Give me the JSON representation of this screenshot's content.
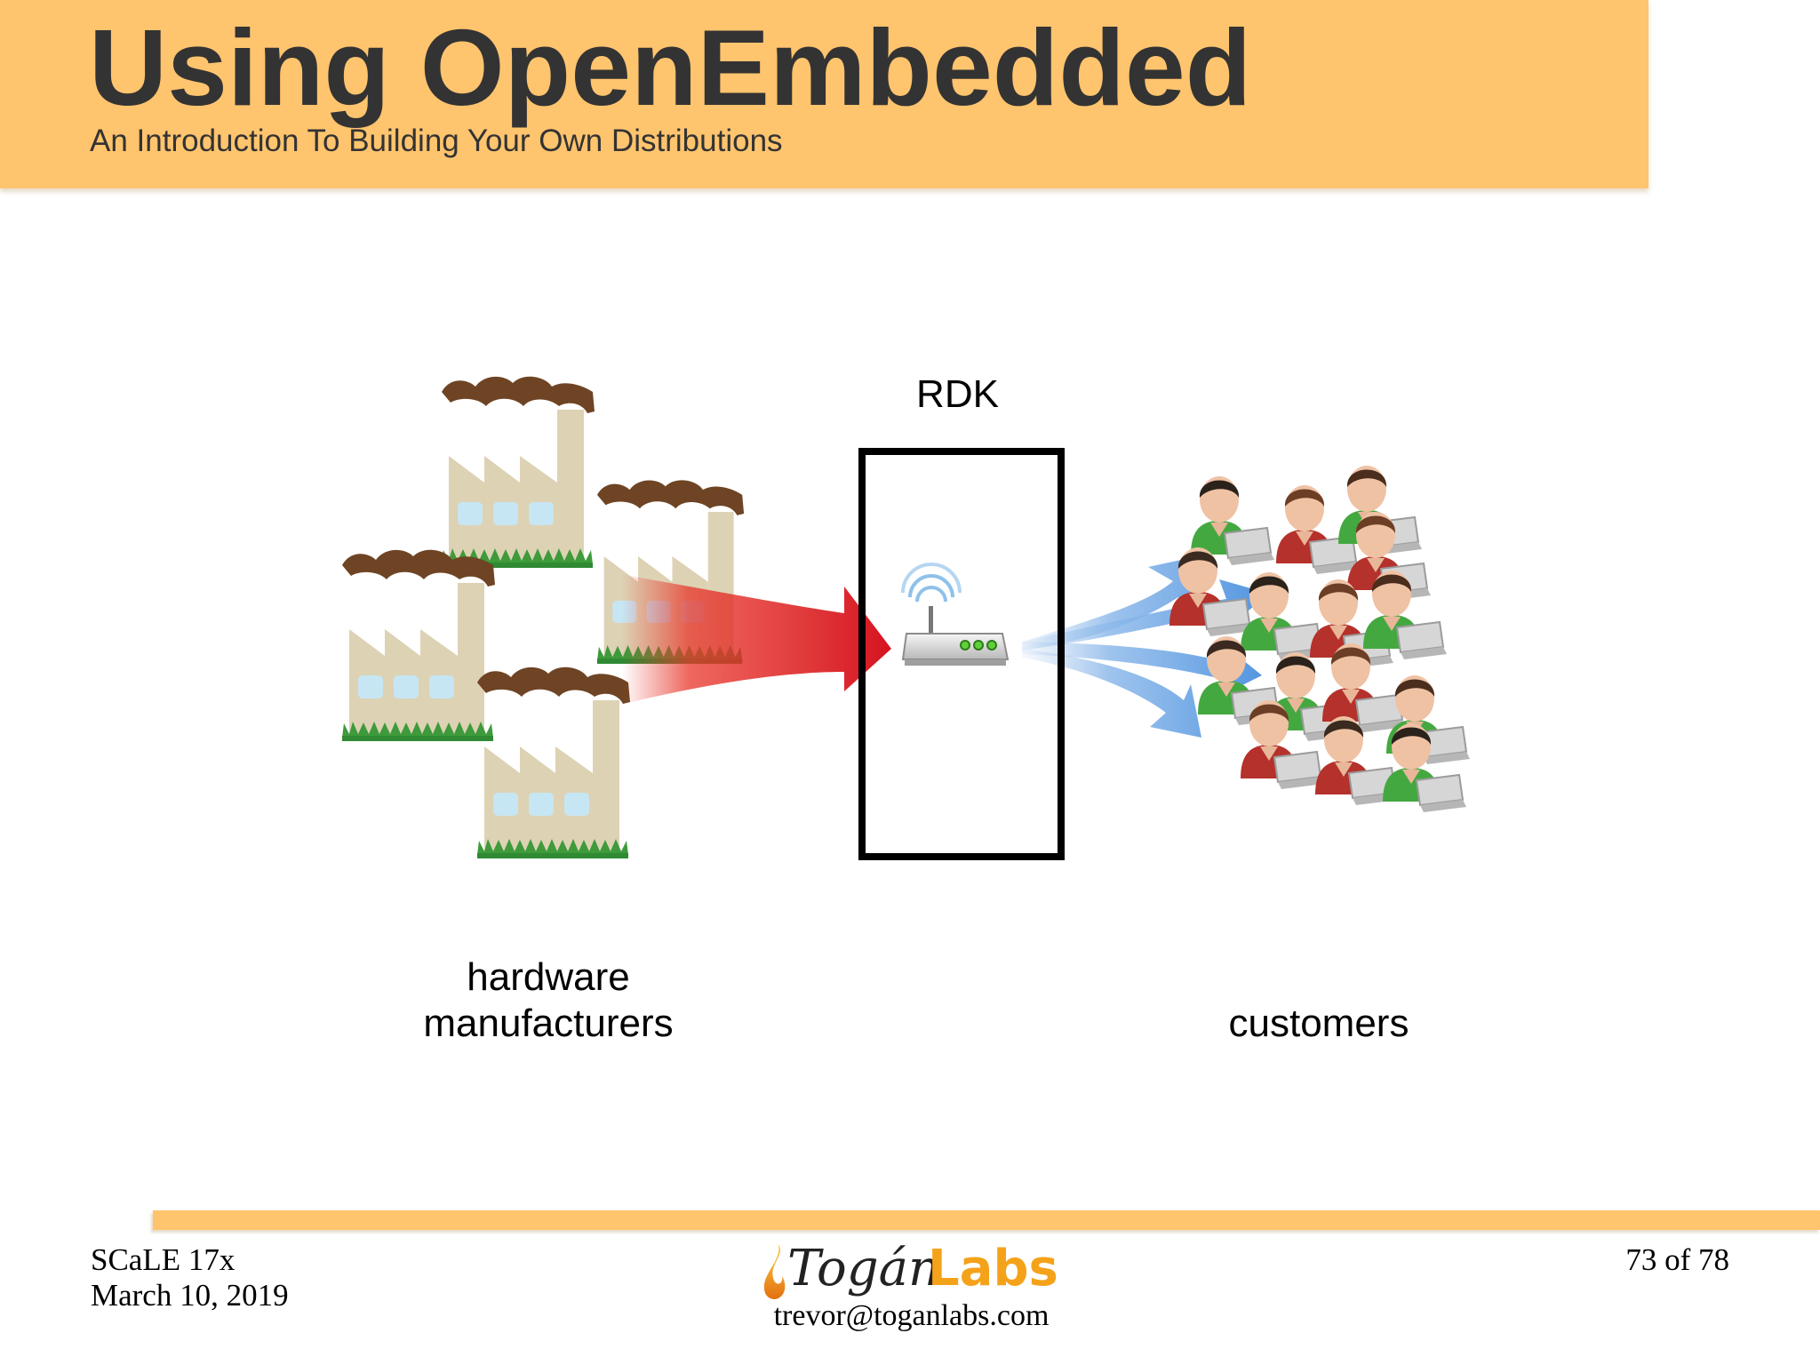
{
  "slide": {
    "title": "Using OpenEmbedded",
    "subtitle": "An Introduction To Building Your Own Distributions"
  },
  "diagram": {
    "center_label": "RDK",
    "left_label_line1": "hardware",
    "left_label_line2": "manufacturers",
    "right_label": "customers"
  },
  "footer": {
    "event": "SCaLE 17x",
    "date": "March 10, 2019",
    "page": "73 of 78",
    "logo_part1": "Togán",
    "logo_part2": "Labs",
    "email": "trevor@toganlabs.com"
  },
  "colors": {
    "header": "#ffc46e",
    "title_text": "#333333",
    "arrow_red": "#d9191e",
    "arrow_blue": "#5b9be0",
    "logo_orange": "#f5a21b"
  },
  "icons": [
    "factory-icon",
    "router-icon",
    "customer-icon",
    "red-arrow",
    "blue-arrows",
    "flame-icon"
  ]
}
